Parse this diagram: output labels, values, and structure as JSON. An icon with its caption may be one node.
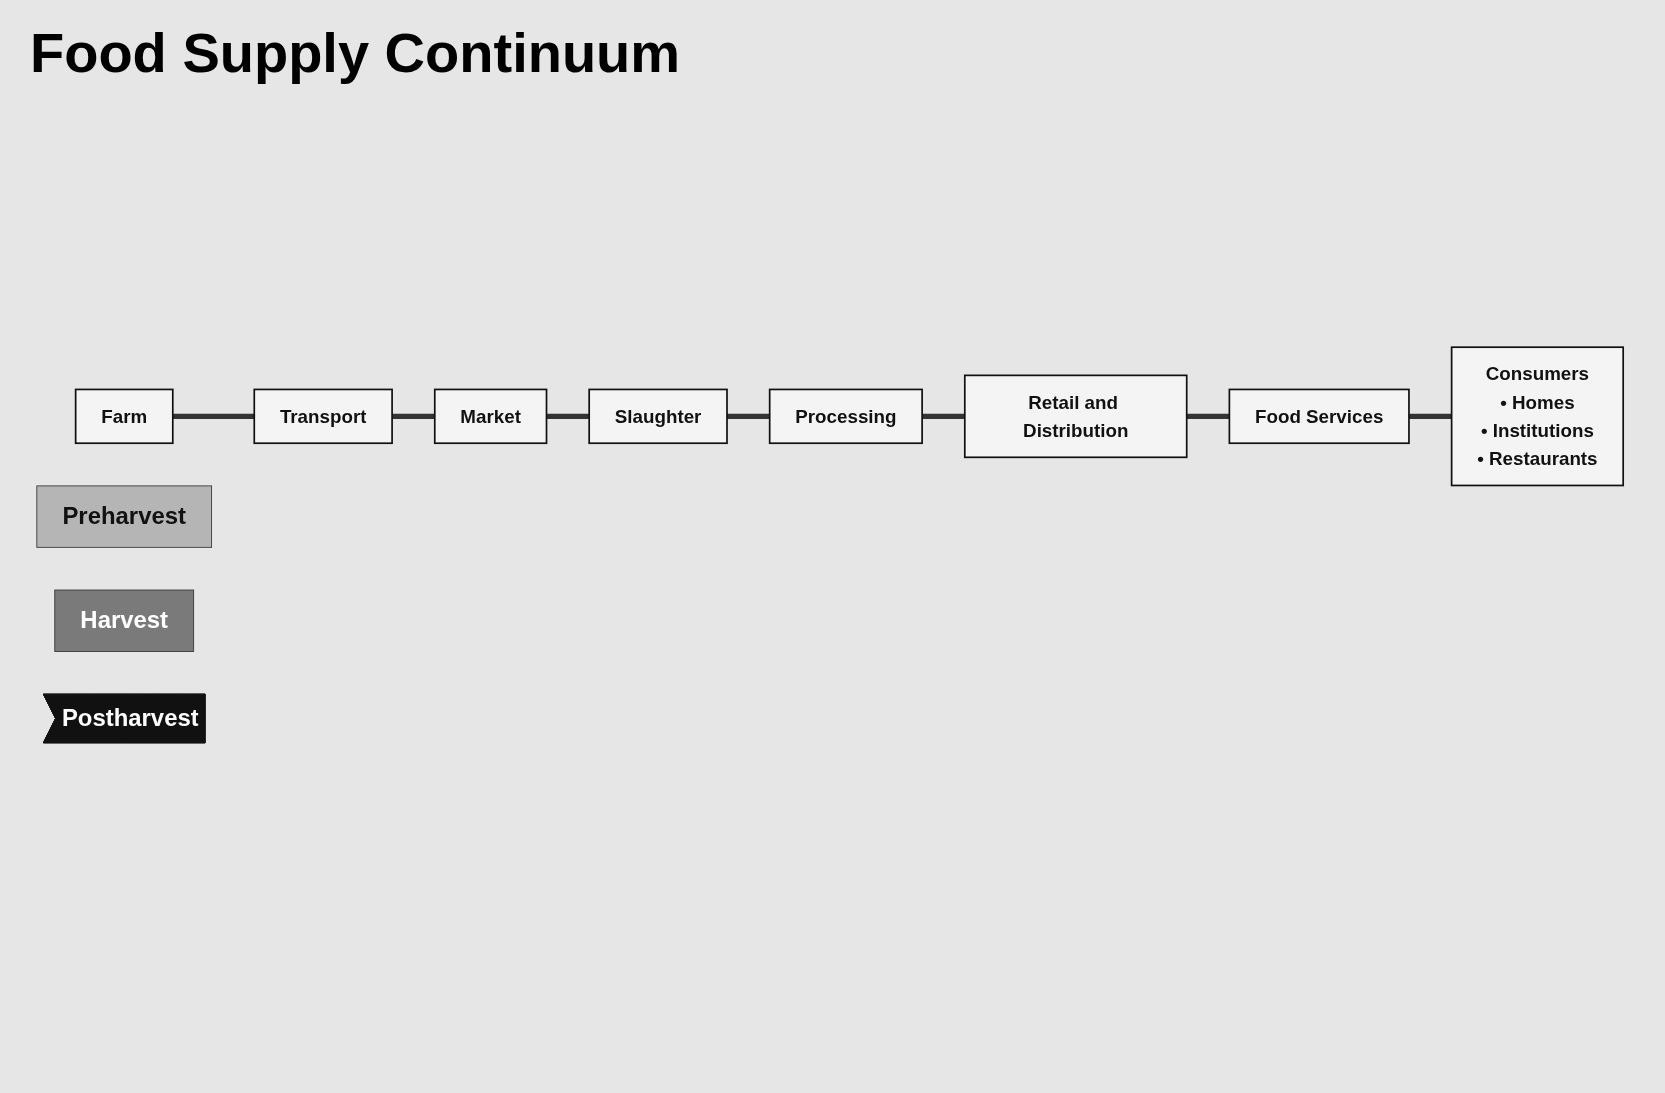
{
  "diagram": {
    "title": "Food Supply Continuum",
    "nodes": [
      {
        "text": [
          "Farm"
        ]
      },
      {
        "text": [
          "Transport"
        ]
      },
      {
        "text": [
          "Market"
        ]
      },
      {
        "text": [
          "Slaughter"
        ]
      },
      {
        "text": [
          "Processing"
        ]
      },
      {
        "text": [
          "Retail and Distribution"
        ]
      },
      {
        "text": [
          "Food Services"
        ]
      },
      {
        "text": [
          "Consumers",
          "• Homes",
          "• Institutions",
          "• Restaurants"
        ]
      },
      {
        "text": [
          "Preharvest"
        ]
      },
      {
        "text": [
          "Harvest"
        ]
      },
      {
        "text": [
          "Postharvest"
        ]
      }
    ],
    "edges": [
      {
        "from": 0,
        "to": 1,
        "arrow": "none"
      },
      {
        "from": 1,
        "to": 2,
        "arrow": "none"
      },
      {
        "from": 2,
        "to": 3,
        "arrow": "none"
      },
      {
        "from": 3,
        "to": 4,
        "arrow": "none"
      },
      {
        "from": 4,
        "to": 5,
        "arrow": "none"
      },
      {
        "from": 5,
        "to": 6,
        "arrow": "none"
      },
      {
        "from": 6,
        "to": 7,
        "arrow": "none"
      }
    ]
  }
}
